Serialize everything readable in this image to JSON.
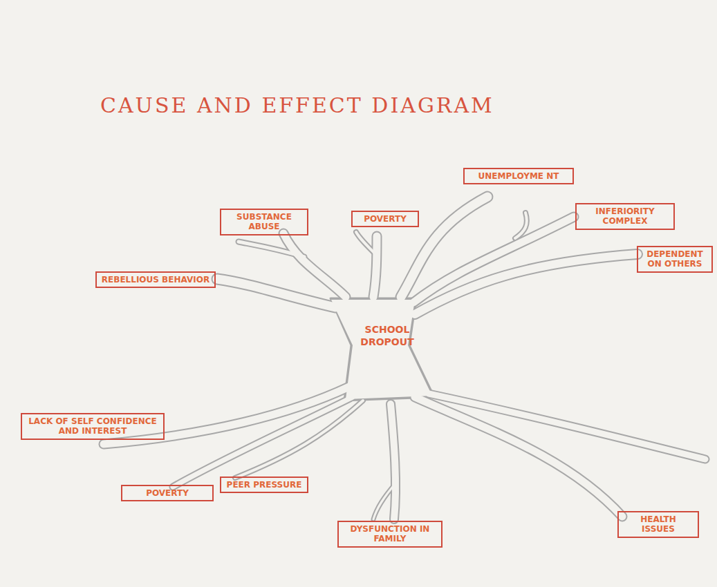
{
  "diagram": {
    "title": "CAUSE AND EFFECT DIAGRAM",
    "nodes": [
      {
        "text": [
          "SUBSTANCE ABUSE"
        ]
      },
      {
        "text": [
          "POVERTY"
        ]
      },
      {
        "text": [
          "UNEMPLOYME NT"
        ]
      },
      {
        "text": [
          "INFERIORITY COMPLEX"
        ]
      },
      {
        "text": [
          "DEPENDENT ON OTHERS"
        ]
      },
      {
        "text": [
          "REBELLIOUS BEHAVIOR"
        ]
      },
      {
        "text": [
          "LACK OF SELF CONFIDENCE AND INTEREST"
        ]
      },
      {
        "text": [
          "POVERTY"
        ]
      },
      {
        "text": [
          "PEER PRESSURE"
        ]
      },
      {
        "text": [
          "DYSFUNCTION IN FAMILY"
        ]
      },
      {
        "text": [
          "HEALTH ISSUES"
        ]
      }
    ],
    "labels": [
      "SCHOOL DROPOUT"
    ]
  }
}
